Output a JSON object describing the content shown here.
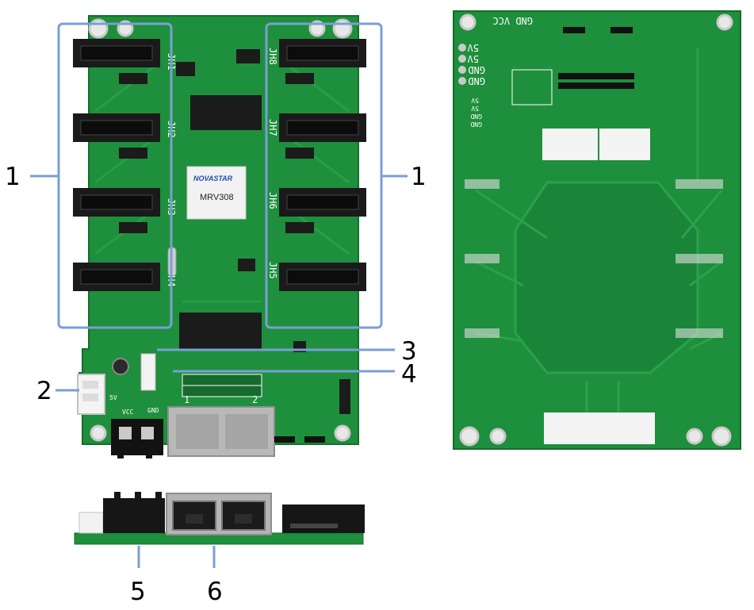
{
  "callouts": {
    "left_connectors": "1",
    "right_connectors": "1",
    "power_connector": "2",
    "item_3": "3",
    "item_4": "4",
    "bottom_terminal": "5",
    "bottom_ethernet": "6"
  },
  "front_board": {
    "brand": "NOVASTAR",
    "chip_model": "MRV308",
    "left_headers": [
      "JH1",
      "JH2",
      "JH3",
      "JH4"
    ],
    "right_headers": [
      "JH8",
      "JH7",
      "JH6",
      "JH5"
    ],
    "power_5v": "5V",
    "terminal_vcc": "VCC",
    "terminal_gnd": "GND",
    "port_1": "1",
    "port_2": "2"
  },
  "back_board": {
    "top_label": "GND VCC",
    "pins": [
      "5V",
      "5V",
      "GND",
      "GND"
    ],
    "pins_small": [
      "5V",
      "5V",
      "GND",
      "GND"
    ]
  },
  "colors": {
    "pcb": "#1e8f3c",
    "pcb_dark": "#15702c",
    "pcb_trace": "#2aa24a",
    "callout_box": "#7a9fd4",
    "connector": "#1a1a1a",
    "metal": "#b8b8b8"
  }
}
